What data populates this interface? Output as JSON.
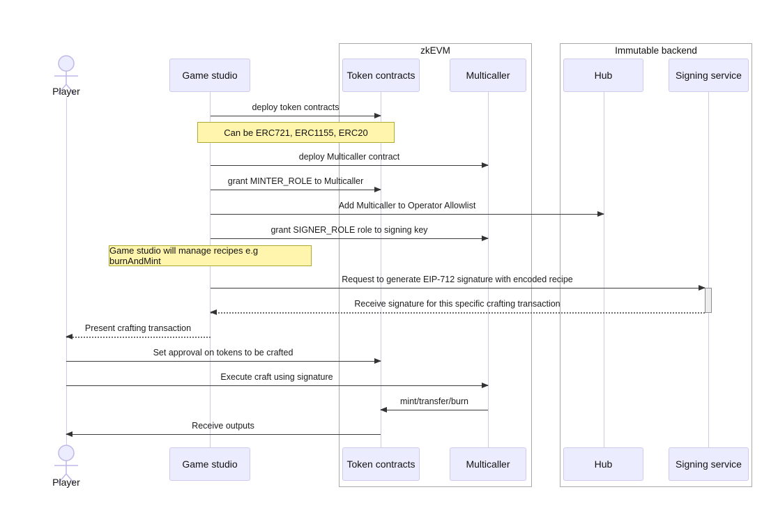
{
  "groups": [
    {
      "label": "zkEVM"
    },
    {
      "label": "Immutable backend"
    }
  ],
  "actor": {
    "label": "Player"
  },
  "participants": [
    {
      "label": "Game studio"
    },
    {
      "label": "Token contracts",
      "group": "zkEVM"
    },
    {
      "label": "Multicaller",
      "group": "zkEVM"
    },
    {
      "label": "Hub",
      "group": "Immutable backend"
    },
    {
      "label": "Signing service",
      "group": "Immutable backend"
    }
  ],
  "notes": [
    {
      "text": "Can be ERC721, ERC1155, ERC20",
      "over": [
        "Game studio",
        "Token contracts"
      ]
    },
    {
      "text": "Game studio will manage recipes e.g burnAndMint",
      "over": [
        "Game studio"
      ]
    }
  ],
  "messages": [
    {
      "from": "Game studio",
      "to": "Token contracts",
      "text": "deploy token contracts",
      "line": "solid"
    },
    {
      "from": "Game studio",
      "to": "Multicaller",
      "text": "deploy Multicaller contract",
      "line": "solid"
    },
    {
      "from": "Game studio",
      "to": "Token contracts",
      "text": "grant MINTER_ROLE to Multicaller",
      "line": "solid"
    },
    {
      "from": "Game studio",
      "to": "Hub",
      "text": "Add Multicaller to Operator Allowlist",
      "line": "solid"
    },
    {
      "from": "Game studio",
      "to": "Multicaller",
      "text": "grant SIGNER_ROLE role to signing key",
      "line": "solid"
    },
    {
      "from": "Game studio",
      "to": "Signing service",
      "text": "Request to generate EIP-712 signature with encoded recipe",
      "line": "solid"
    },
    {
      "from": "Signing service",
      "to": "Game studio",
      "text": "Receive signature for this specific crafting transaction",
      "line": "dotted"
    },
    {
      "from": "Game studio",
      "to": "Player",
      "text": "Present crafting transaction",
      "line": "dotted"
    },
    {
      "from": "Player",
      "to": "Token contracts",
      "text": "Set approval on tokens to be crafted",
      "line": "solid"
    },
    {
      "from": "Player",
      "to": "Multicaller",
      "text": "Execute craft using signature",
      "line": "solid"
    },
    {
      "from": "Multicaller",
      "to": "Token contracts",
      "text": "mint/transfer/burn",
      "line": "solid"
    },
    {
      "from": "Token contracts",
      "to": "Player",
      "text": "Receive outputs",
      "line": "solid"
    }
  ],
  "colors": {
    "participant_fill": "#ECECFF",
    "participant_border": "#cfc9ee",
    "note_fill": "#FFF5AD",
    "note_border": "#AAAA33",
    "lifeline": "#cfcbe8",
    "frame_border": "#a9a9a9",
    "arrow": "#333333",
    "activation_fill": "#ededed"
  }
}
